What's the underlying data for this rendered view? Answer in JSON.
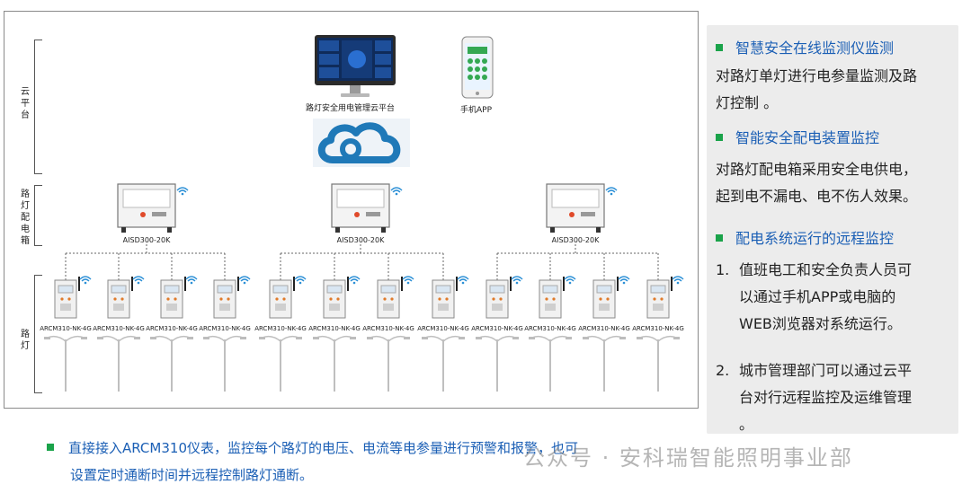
{
  "diagram": {
    "tiers": {
      "cloud": "云平台",
      "cabinet": "路灯配电箱",
      "lamp": "路灯"
    },
    "cloud_platform_label": "路灯安全用电管理云平台",
    "mobile_app_label": "手机APP",
    "distribution_boxes": [
      {
        "model": "AISD300-20K"
      },
      {
        "model": "AISD300-20K"
      },
      {
        "model": "AISD300-20K"
      }
    ],
    "meters": [
      {
        "model": "ARCM310-NK-4G"
      },
      {
        "model": "ARCM310-NK-4G"
      },
      {
        "model": "ARCM310-NK-4G"
      },
      {
        "model": "ARCM310-NK-4G"
      },
      {
        "model": "ARCM310-NK-4G"
      },
      {
        "model": "ARCM310-NK-4G"
      },
      {
        "model": "ARCM310-NK-4G"
      },
      {
        "model": "ARCM310-NK-4G"
      },
      {
        "model": "ARCM310-NK-4G"
      },
      {
        "model": "ARCM310-NK-4G"
      },
      {
        "model": "ARCM310-NK-4G"
      },
      {
        "model": "ARCM310-NK-4G"
      }
    ]
  },
  "panel": {
    "section1_title": "智慧安全在线监测仪监测",
    "section1_line1": "对路灯单灯进行电参量监测及路",
    "section1_line2": "灯控制 。",
    "section2_title": "智能安全配电装置监控",
    "section2_line1": "对路灯配电箱采用安全电供电，",
    "section2_line2": "起到电不漏电、电不伤人效果。",
    "section3_title": "配电系统运行的远程监控",
    "item1_num": "1.",
    "item1_line1": "值班电工和安全负责人员可",
    "item1_line2": "以通过手机APP或电脑的",
    "item1_line3": "WEB浏览器对系统运行。",
    "item2_num": "2.",
    "item2_line1": "城市管理部门可以通过云平",
    "item2_line2": "台对行远程监控及运维管理",
    "item2_line3": "。"
  },
  "bottom_note": {
    "line1": "直接接入ARCM310仪表，监控每个路灯的电压、电流等电参量进行预警和报警，也可",
    "line2": "设置定时通断时间并远程控制路灯通断。"
  },
  "watermark": "公众号 · 安科瑞智能照明事业部",
  "colors": {
    "accent_blue": "#1b5fb5",
    "bullet_green": "#1aa34a",
    "panel_bg": "#ececec",
    "cloud_blue": "#1f79b8"
  }
}
